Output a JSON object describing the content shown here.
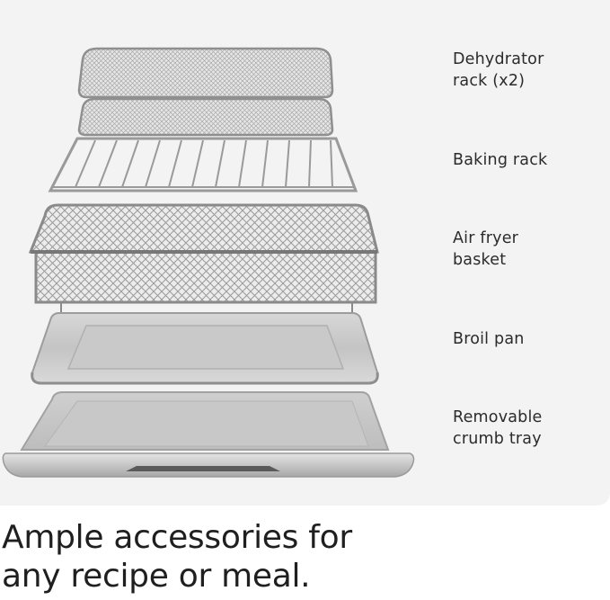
{
  "accessories": [
    {
      "id": "dehydrator-rack",
      "label": "Dehydrator\nrack (x2)"
    },
    {
      "id": "baking-rack",
      "label": "Baking rack"
    },
    {
      "id": "air-fryer-basket",
      "label": "Air fryer\nbasket"
    },
    {
      "id": "broil-pan",
      "label": "Broil pan"
    },
    {
      "id": "crumb-tray",
      "label": "Removable\ncrumb tray"
    }
  ],
  "headline": "Ample accessories for\nany recipe or meal.",
  "colors": {
    "panel": "#f4f3f3",
    "steel": "#b9b9b9",
    "steel_dark": "#8d8d8d",
    "steel_light": "#dcdcdc",
    "text": "#222222"
  }
}
